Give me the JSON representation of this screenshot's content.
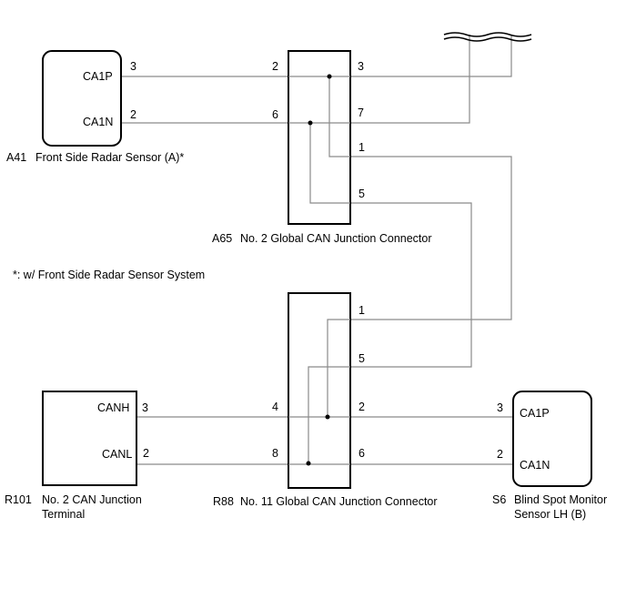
{
  "a41": {
    "code": "A41",
    "name": "Front Side Radar Sensor (A)*",
    "pin_top_label": "CA1P",
    "pin_bottom_label": "CA1N",
    "pin_top_no": "3",
    "pin_bottom_no": "2"
  },
  "a65": {
    "code": "A65",
    "name": "No. 2 Global CAN Junction Connector",
    "left_pins": [
      "2",
      "6"
    ],
    "right_pins": [
      "3",
      "7",
      "1",
      "5"
    ]
  },
  "note": "*: w/ Front Side Radar Sensor System",
  "r88": {
    "code": "R88",
    "name": "No. 11 Global CAN Junction Connector",
    "left_pins": [
      "4",
      "8"
    ],
    "right_pins": [
      "1",
      "5",
      "2",
      "6"
    ]
  },
  "r101": {
    "code": "R101",
    "name_line1": "No. 2 CAN Junction",
    "name_line2": "Terminal",
    "pin_top_label": "CANH",
    "pin_bottom_label": "CANL",
    "pin_top_no": "3",
    "pin_bottom_no": "2"
  },
  "s6": {
    "code": "S6",
    "name_line1": "Blind Spot Monitor",
    "name_line2": "Sensor LH (B)",
    "pin_top_label": "CA1P",
    "pin_bottom_label": "CA1N",
    "pin_top_no": "3",
    "pin_bottom_no": "2"
  }
}
